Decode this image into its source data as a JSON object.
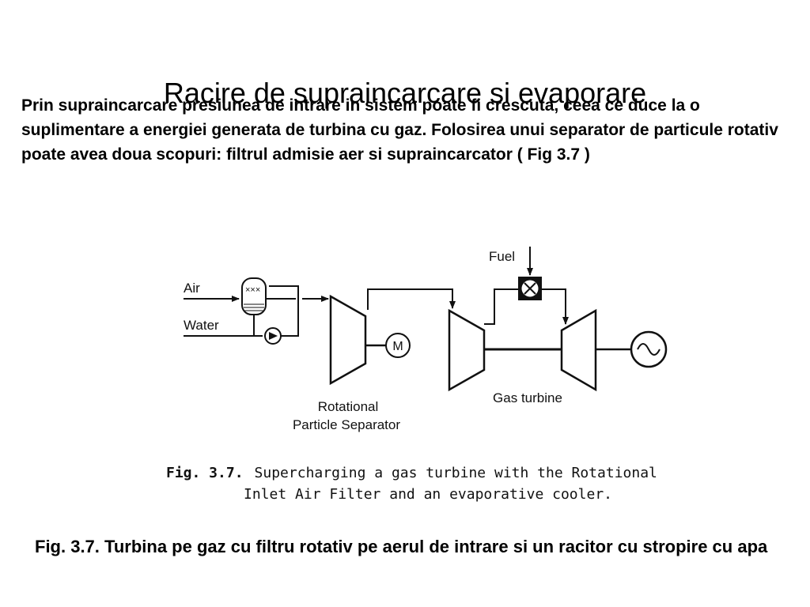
{
  "slide": {
    "title": "Racire de supraincarcare si evaporare",
    "intro": "Prin supraincarcare presiunea de intrare in sistem poate fi crescuta,  ceea ce duce la o suplimentare a energiei generata de turbina cu gaz. Folosirea unui separator de particule rotativ poate avea doua scopuri: filtrul admisie aer si supraincarcator ( Fig 3.7 )",
    "caption": "Fig. 3.7. Turbina pe gaz cu filtru rotativ pe aerul de intrare si un racitor cu stropire cu apa"
  },
  "diagram": {
    "labels": {
      "air": "Air",
      "water": "Water",
      "fuel": "Fuel",
      "motor": "M",
      "separator_line1": "Rotational",
      "separator_line2": "Particle Separator",
      "gas_turbine": "Gas turbine"
    },
    "figure_caption": {
      "label": "Fig. 3.7.",
      "line1": "Supercharging a gas turbine with the Rotational",
      "line2": "Inlet Air Filter and an evaporative cooler."
    }
  }
}
